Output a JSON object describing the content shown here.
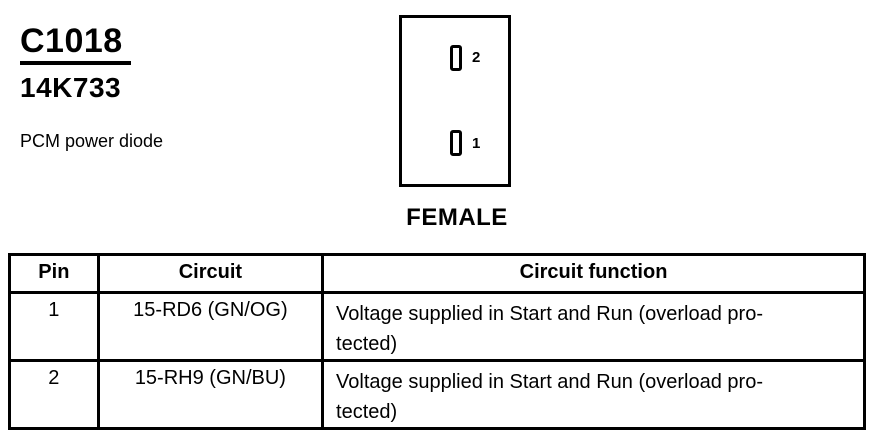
{
  "header": {
    "connector_id": "C1018",
    "part_number": "14K733",
    "description": "PCM power diode"
  },
  "connector": {
    "gender_label": "FEMALE",
    "cavities": [
      {
        "label": "2"
      },
      {
        "label": "1"
      }
    ]
  },
  "table": {
    "headers": {
      "pin": "Pin",
      "circuit": "Circuit",
      "function": "Circuit function"
    },
    "rows": [
      {
        "pin": "1",
        "circuit": "15-RD6 (GN/OG)",
        "function_line1": "Voltage supplied in Start and Run (overload pro-",
        "function_line2": "tected)"
      },
      {
        "pin": "2",
        "circuit": "15-RH9 (GN/BU)",
        "function_line1": "Voltage supplied in Start and Run (overload pro-",
        "function_line2": "tected)"
      }
    ]
  },
  "colors": {
    "ink": "#000000",
    "paper": "#ffffff"
  }
}
